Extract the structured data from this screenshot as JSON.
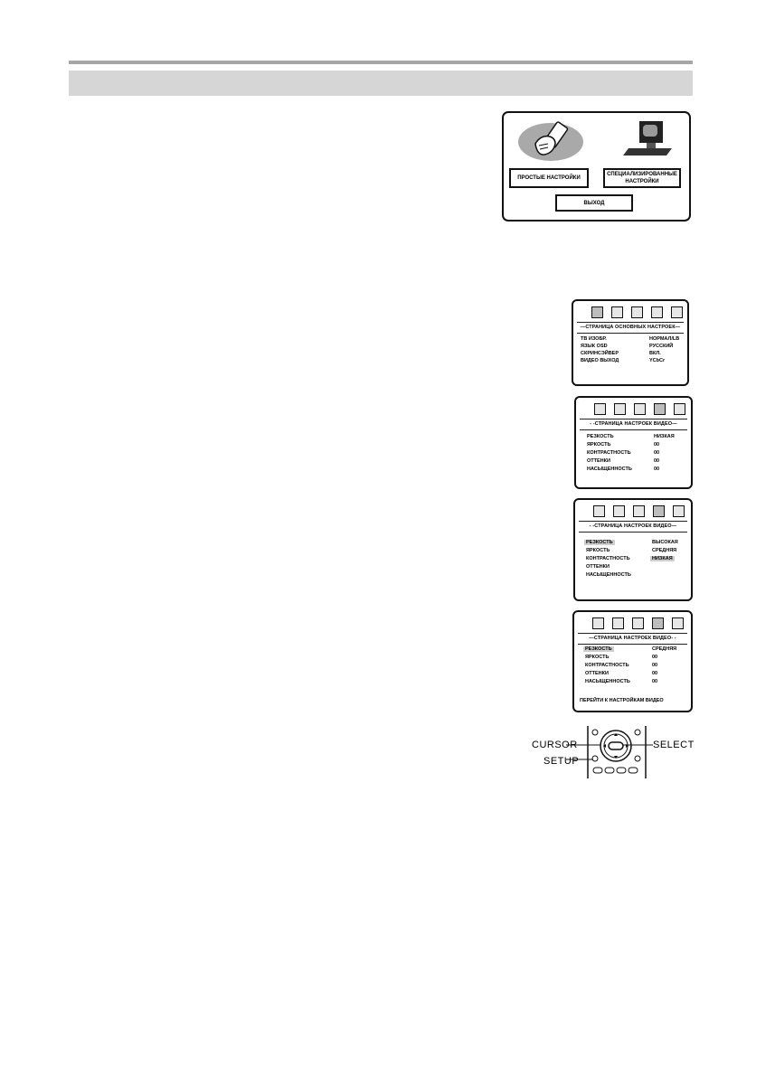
{
  "main_menu": {
    "easy_setup": "ПРОСТЫЕ НАСТРОЙКИ",
    "custom_setup": "СПЕЦИАЛИЗИРОВАННЫЕ НАСТРОЙКИ",
    "exit": "ВЫХОД"
  },
  "screen1": {
    "title": "СТРАНИЦА ОСНОВНЫХ НАСТРОЕК",
    "rows": [
      {
        "label": "ТВ ИЗОБР.",
        "value": "НОРМАЛ/LB"
      },
      {
        "label": "ЯЗЫК OSD",
        "value": "РУССКИЙ"
      },
      {
        "label": "СКРИНСЭЙВЕР",
        "value": "ВКЛ."
      },
      {
        "label": "ВИДЕО ВЫХОД",
        "value": "YCbCr"
      }
    ]
  },
  "screen2": {
    "title": "СТРАНИЦА НАСТРОЕК ВИДЕО",
    "rows": [
      {
        "label": "РЕЗКОСТЬ",
        "value": "НИЗКАЯ"
      },
      {
        "label": "ЯРКОСТЬ",
        "value": "00"
      },
      {
        "label": "КОНТРАСТНОСТЬ",
        "value": "00"
      },
      {
        "label": "ОТТЕНКИ",
        "value": "00"
      },
      {
        "label": "НАСЫЩЕННОСТЬ",
        "value": "00"
      }
    ]
  },
  "screen3": {
    "title": "СТРАНИЦА НАСТРОЕК ВИДЕО",
    "labels": [
      "РЕЗКОСТЬ",
      "ЯРКОСТЬ",
      "КОНТРАСТНОСТЬ",
      "ОТТЕНКИ",
      "НАСЫЩЕННОСТЬ"
    ],
    "options": [
      "ВЫСОКАЯ",
      "СРЕДНЯЯ",
      "НИЗКАЯ"
    ]
  },
  "screen4": {
    "title": "СТРАНИЦА НАСТРОЕК ВИДЕО",
    "rows": [
      {
        "label": "РЕЗКОСТЬ",
        "value": "СРЕДНЯЯ"
      },
      {
        "label": "ЯРКОСТЬ",
        "value": "00"
      },
      {
        "label": "КОНТРАСТНОСТЬ",
        "value": "00"
      },
      {
        "label": "ОТТЕНКИ",
        "value": "00"
      },
      {
        "label": "НАСЫЩЕННОСТЬ",
        "value": "00"
      }
    ],
    "footer": "ПЕРЕЙТИ К НАСТРОЙКАМ ВИДЕО"
  },
  "remote": {
    "cursor": "CURSOR",
    "setup": "SETUP",
    "select": "SELECT"
  }
}
